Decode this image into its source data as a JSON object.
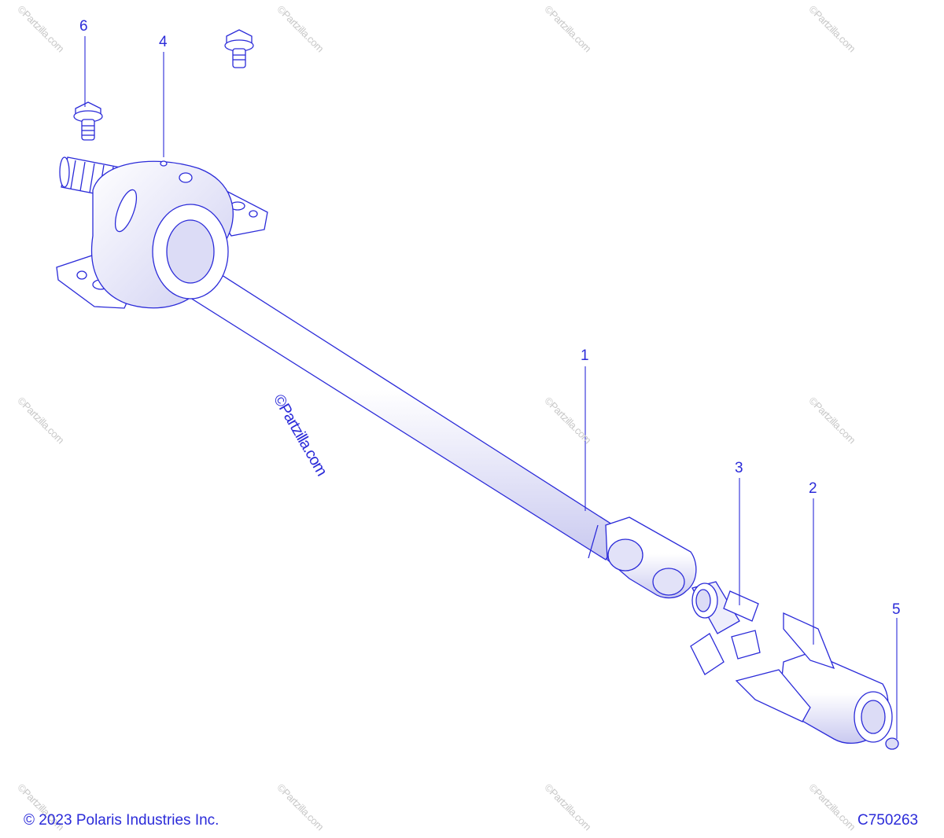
{
  "callouts": [
    {
      "id": "1",
      "label": "1"
    },
    {
      "id": "2",
      "label": "2"
    },
    {
      "id": "3",
      "label": "3"
    },
    {
      "id": "4",
      "label": "4"
    },
    {
      "id": "5",
      "label": "5"
    },
    {
      "id": "6",
      "label": "6"
    }
  ],
  "footer": {
    "copyright": "© 2023 Polaris Industries Inc.",
    "diagram_code": "C750263"
  },
  "watermark": {
    "text": "©Partzilla.com",
    "center_text": "©Partzilla.com"
  },
  "colors": {
    "line": "#2b2bd9",
    "part_fill": "#ffffff",
    "shade": "#d9d9f5",
    "watermark": "#c8c8c8"
  }
}
